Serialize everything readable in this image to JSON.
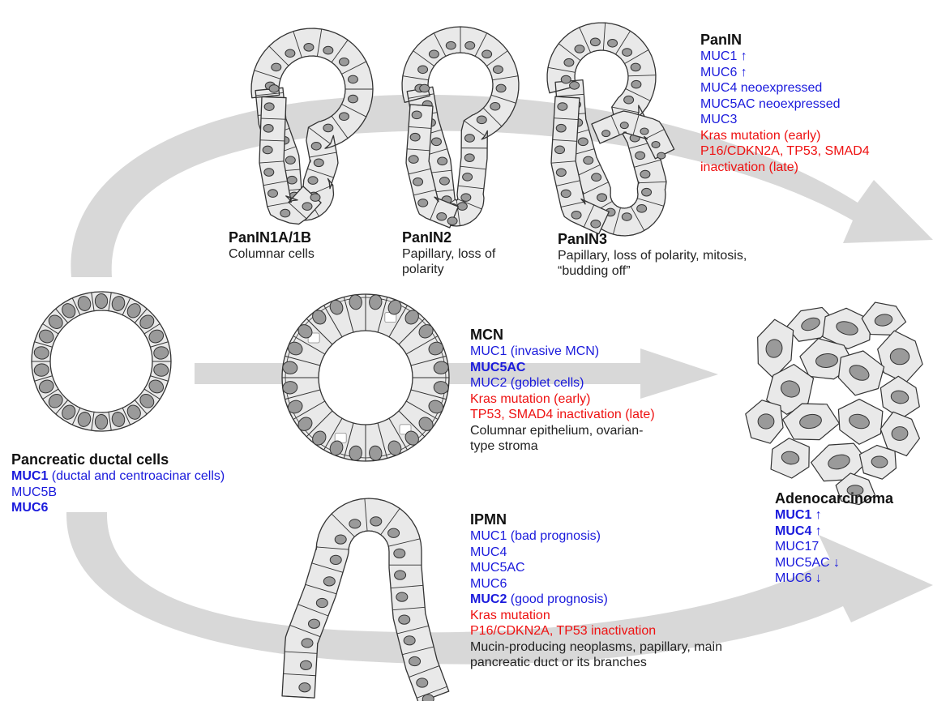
{
  "colors": {
    "blue": "#1a1adc",
    "red": "#ee1111",
    "text": "#111111",
    "arrow": "#d6d6d6",
    "cell": "#e9e9e9",
    "nucleus": "#9a9a9a"
  },
  "panin": {
    "title": "PanIN",
    "lines": [
      {
        "text": "MUC1 ↑",
        "color": "blue",
        "bold": false
      },
      {
        "text": "MUC6 ↑",
        "color": "blue",
        "bold": false
      },
      {
        "text": "MUC4 neoexpressed",
        "color": "blue",
        "bold": false
      },
      {
        "text": "MUC5AC neoexpressed",
        "color": "blue",
        "bold": false
      },
      {
        "text": "MUC3",
        "color": "blue",
        "bold": false
      },
      {
        "text": "Kras mutation (early)",
        "color": "red",
        "bold": false
      },
      {
        "text": "P16/CDKN2A, TP53, SMAD4",
        "color": "red",
        "bold": false
      },
      {
        "text": "inactivation (late)",
        "color": "red",
        "bold": false
      }
    ],
    "stage1": {
      "title": "PanIN1A/1B",
      "desc": [
        "Columnar cells"
      ]
    },
    "stage2": {
      "title": "PanIN2",
      "desc": [
        "Papillary, loss of",
        "polarity"
      ]
    },
    "stage3": {
      "title": "PanIN3",
      "desc": [
        "Papillary, loss of polarity, mitosis,",
        "“budding off”"
      ]
    }
  },
  "mcn": {
    "title": "MCN",
    "lines": [
      {
        "text": "MUC1 (invasive MCN)",
        "color": "blue",
        "bold": false
      },
      {
        "text": "MUC5AC",
        "color": "blue",
        "bold": true
      },
      {
        "text": "MUC2 (goblet cells)",
        "color": "blue",
        "bold": false
      },
      {
        "text": "Kras mutation (early)",
        "color": "red",
        "bold": false
      },
      {
        "text": "TP53, SMAD4 inactivation (late)",
        "color": "red",
        "bold": false
      },
      {
        "text": "Columnar epithelium, ovarian-",
        "color": "black",
        "bold": false
      },
      {
        "text": "type stroma",
        "color": "black",
        "bold": false
      }
    ]
  },
  "ductal": {
    "title": "Pancreatic ductal cells",
    "line1_bold": "MUC1",
    "line1_rest": " (ductal and centroacinar cells)",
    "lines": [
      {
        "text": "MUC5B",
        "color": "blue",
        "bold": false
      },
      {
        "text": "MUC6",
        "color": "blue",
        "bold": true
      }
    ]
  },
  "ipmn": {
    "title": "IPMN",
    "lines": [
      {
        "text": "MUC1 (bad prognosis)",
        "color": "blue",
        "bold": false
      },
      {
        "text": "MUC4",
        "color": "blue",
        "bold": false
      },
      {
        "text": "MUC5AC",
        "color": "blue",
        "bold": false
      },
      {
        "text": "MUC6",
        "color": "blue",
        "bold": false
      }
    ],
    "muc2_bold": "MUC2",
    "muc2_rest": " (good prognosis)",
    "lines2": [
      {
        "text": "Kras mutation",
        "color": "red",
        "bold": false
      },
      {
        "text": "P16/CDKN2A, TP53 inactivation",
        "color": "red",
        "bold": false
      },
      {
        "text": "Mucin-producing neoplasms, papillary, main",
        "color": "black",
        "bold": false
      },
      {
        "text": "pancreatic duct or its branches",
        "color": "black",
        "bold": false
      }
    ]
  },
  "adeno": {
    "title": "Adenocarcinoma",
    "lines": [
      {
        "text": "MUC1 ↑",
        "color": "blue",
        "bold": true
      },
      {
        "text": "MUC4 ↑",
        "color": "blue",
        "bold": true
      },
      {
        "text": "MUC17",
        "color": "blue",
        "bold": false
      },
      {
        "text": "MUC5AC ↓",
        "color": "blue",
        "bold": false
      },
      {
        "text": "MUC6 ↓",
        "color": "blue",
        "bold": false
      }
    ]
  }
}
